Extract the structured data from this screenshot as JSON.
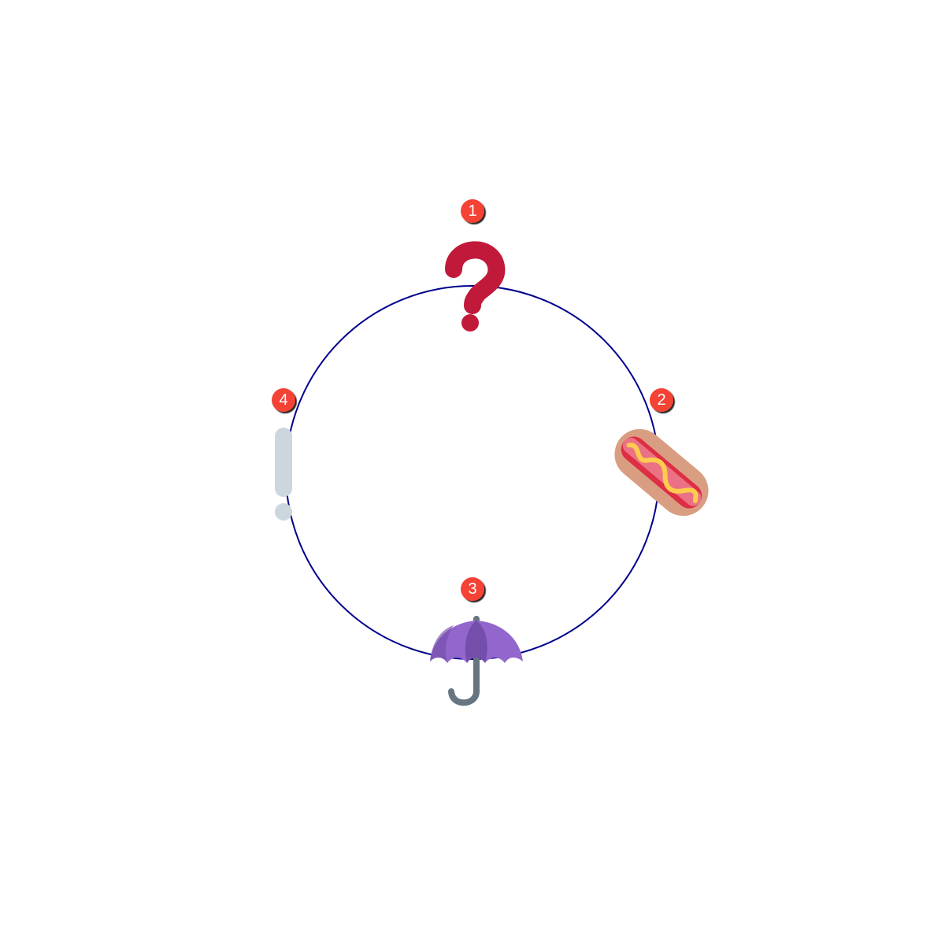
{
  "diagram": {
    "ring_color": "#00008b",
    "badge_color": "#f44336",
    "badge_text_color": "#ffffff",
    "items": [
      {
        "number": "1",
        "icon": "question-mark-icon",
        "colors": {
          "main": "#c1193a"
        }
      },
      {
        "number": "2",
        "icon": "hot-dog-icon",
        "colors": {
          "bun": "#d99e82",
          "sausage": "#dd2e44",
          "mustard": "#ffcc4d",
          "inner": "#f4abba"
        }
      },
      {
        "number": "3",
        "icon": "umbrella-icon",
        "colors": {
          "canopy": "#9266cc",
          "canopy_dark": "#744eaa",
          "handle": "#66757f"
        }
      },
      {
        "number": "4",
        "icon": "exclamation-mark-icon",
        "colors": {
          "main": "#ccd6dd"
        }
      }
    ]
  }
}
